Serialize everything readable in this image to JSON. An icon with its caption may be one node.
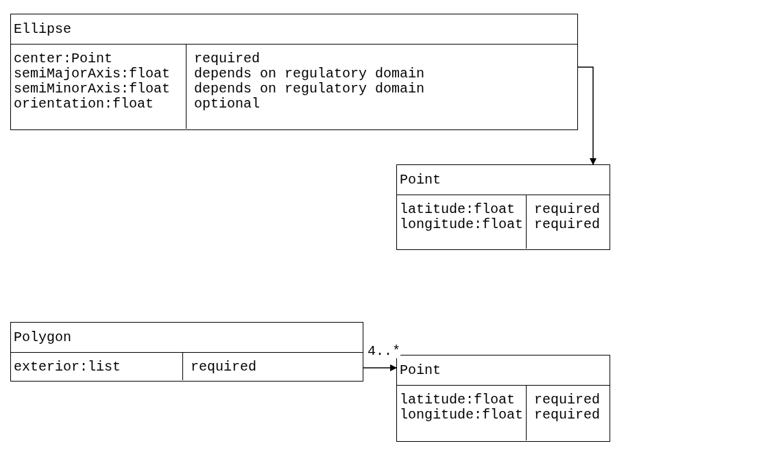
{
  "diagram": {
    "nodes": [
      {
        "text": [
          "Ellipse",
          "center:Point",
          "required",
          "semiMajorAxis:float",
          "depends on regulatory domain",
          "semiMinorAxis:float",
          "depends on regulatory domain",
          "orientation:float",
          "optional"
        ]
      },
      {
        "text": [
          "Point",
          "latitude:float",
          "required",
          "longitude:float",
          "required"
        ]
      },
      {
        "text": [
          "Polygon",
          "exterior:list",
          "required"
        ]
      },
      {
        "text": [
          "Point",
          "latitude:float",
          "required",
          "longitude:float",
          "required"
        ]
      }
    ],
    "edges": [
      {
        "from": 0,
        "to": 1,
        "arrow": "to"
      },
      {
        "from": 2,
        "to": 3,
        "arrow": "to",
        "label": "4..*"
      }
    ]
  }
}
